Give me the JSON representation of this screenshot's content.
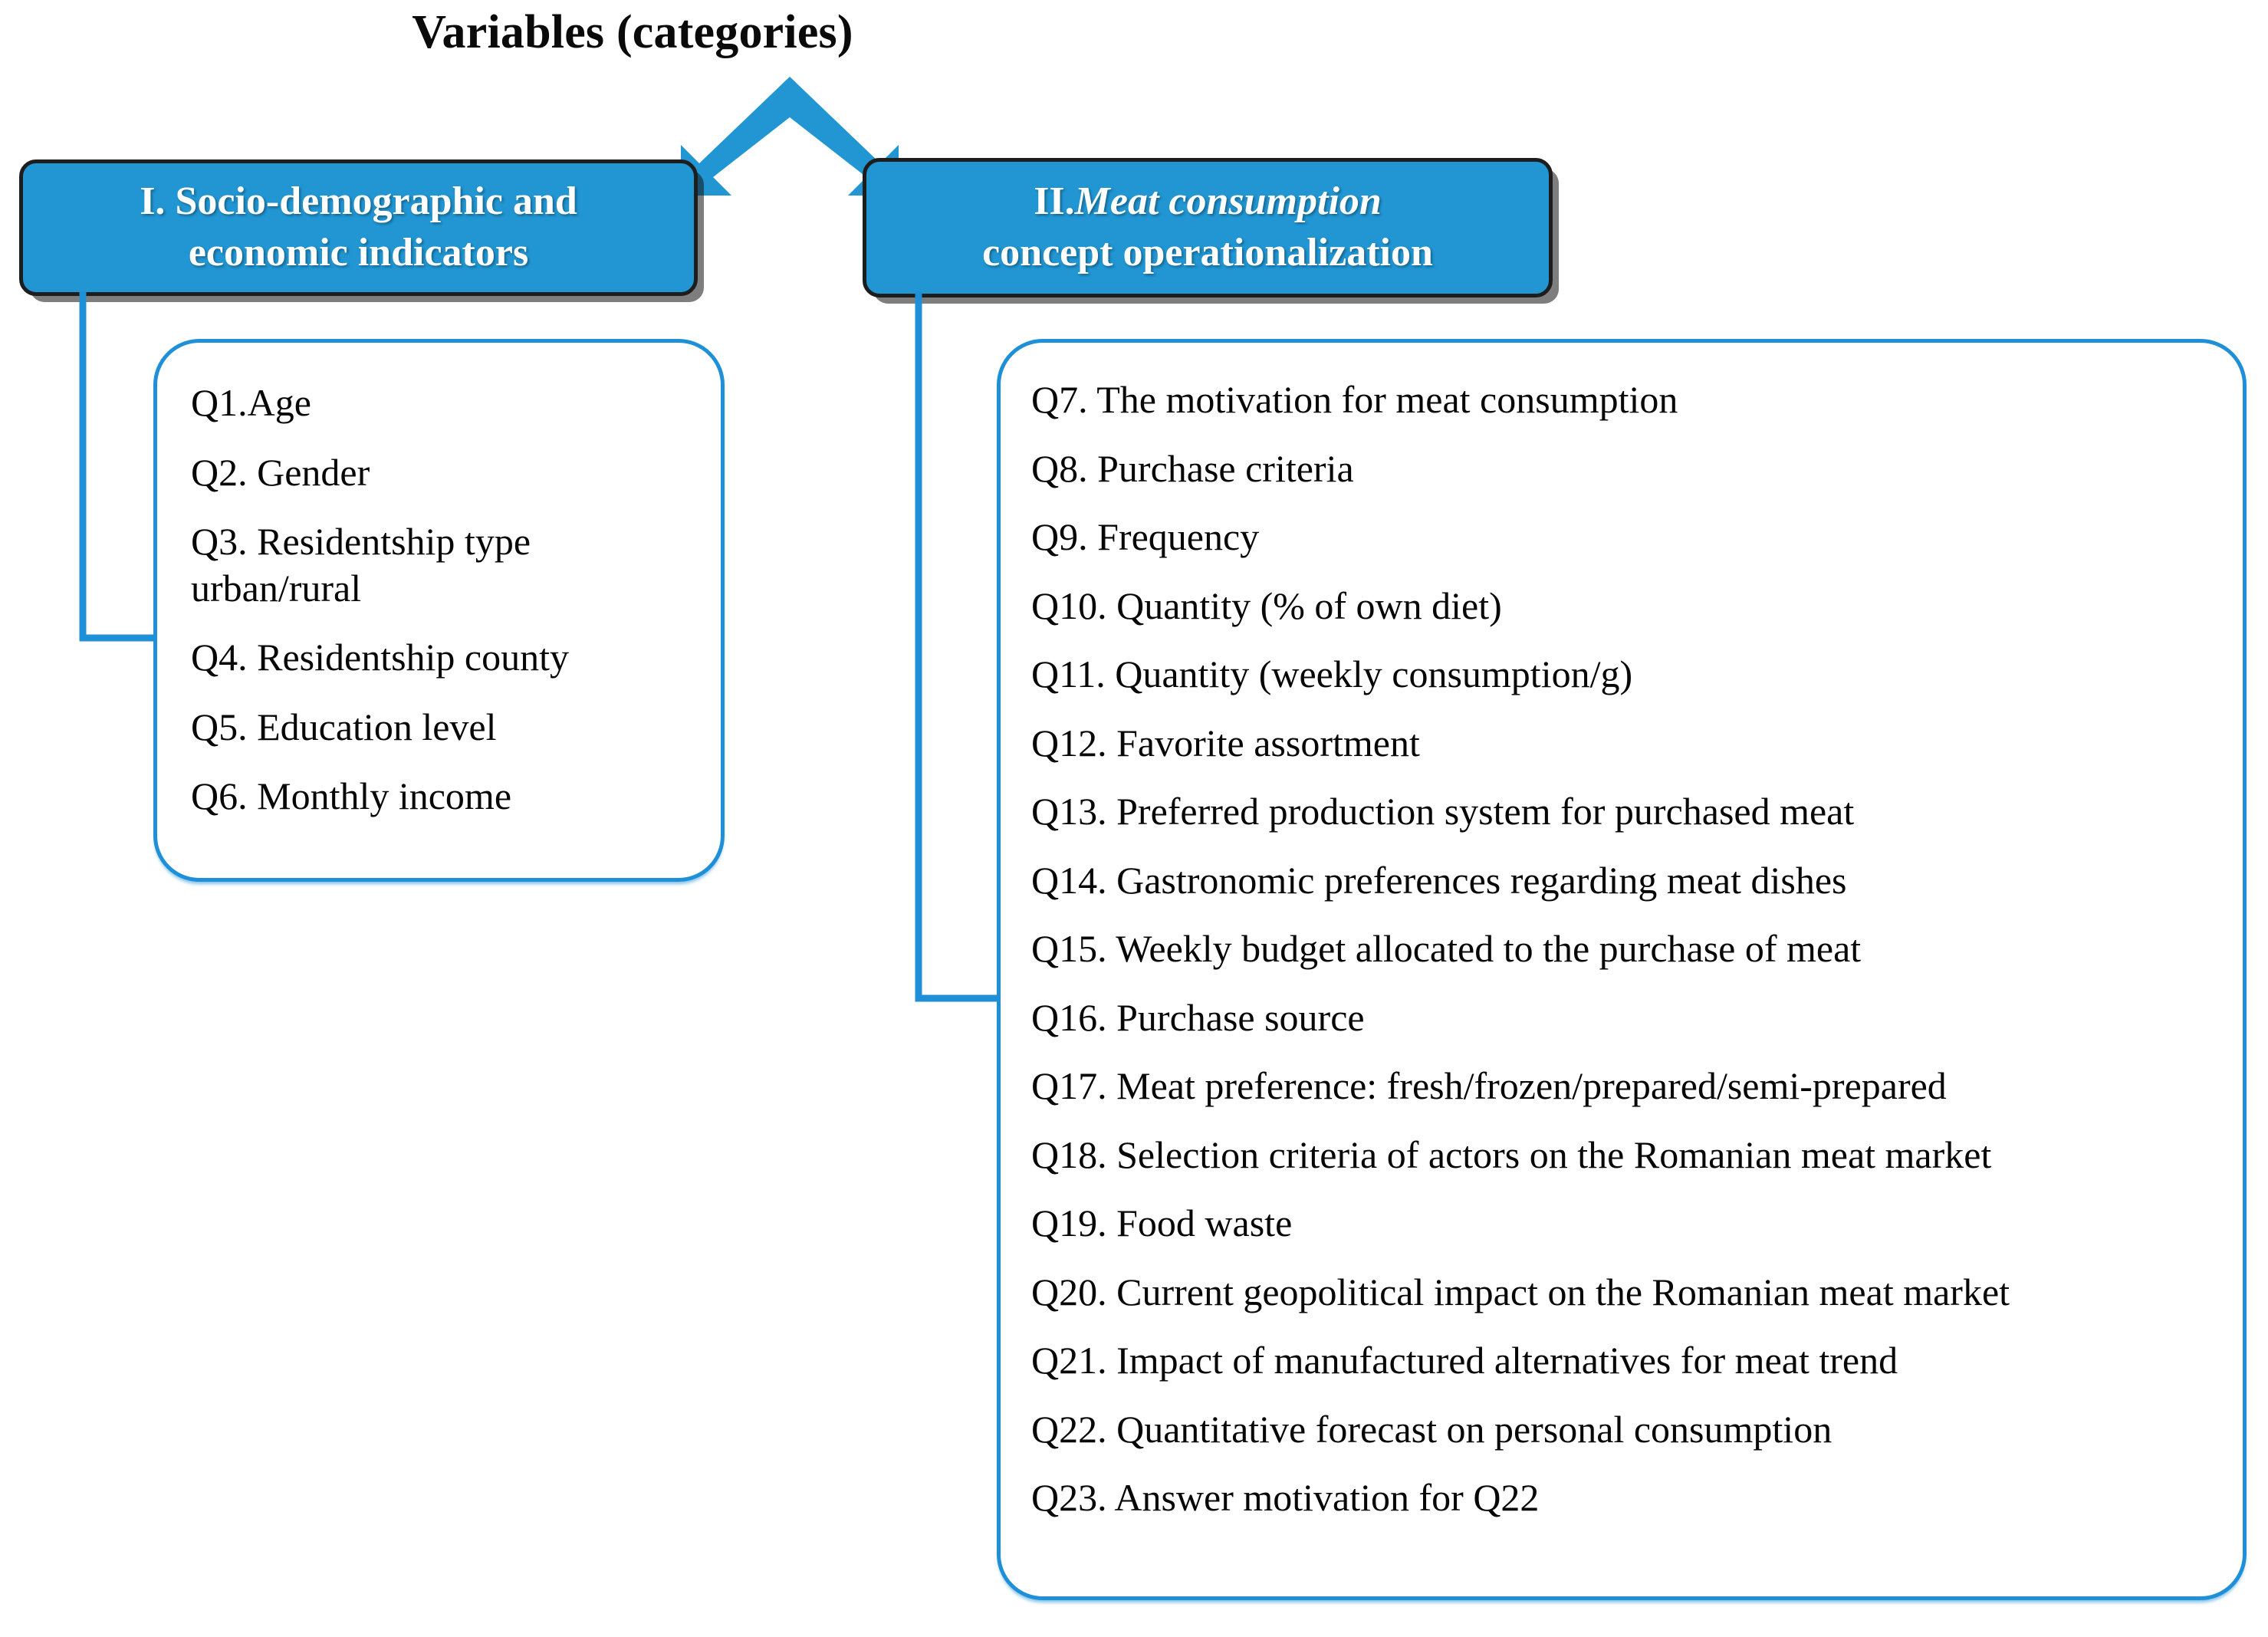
{
  "diagram": {
    "title": "Variables (categories)",
    "accent_blue": "#2196d3",
    "outline_blue": "#1f90d8",
    "box_border_dark": "#1d1d1d",
    "text_color": "#070707",
    "arrow_icon": "double-headed-chevron-arrow"
  },
  "categories": [
    {
      "id": "socio-demographic",
      "header": {
        "numeral": "I. ",
        "line1": "Socio-demographic and",
        "line2": "economic indicators",
        "full_label": "I. Socio-demographic and economic indicators"
      },
      "items": [
        "Q1.Age",
        "Q2. Gender",
        "Q3. Residentship type urban/rural",
        "Q4. Residentship county",
        "Q5. Education level",
        "Q6. Monthly income"
      ]
    },
    {
      "id": "meat-consumption",
      "header": {
        "numeral": "II.",
        "emphasis": "Meat consumption",
        "line2": "concept operationalization",
        "full_label": "II.Meat consumption concept operationalization"
      },
      "items": [
        "Q7. The motivation for meat consumption",
        "Q8. Purchase criteria",
        "Q9. Frequency",
        "Q10. Quantity (% of own diet)",
        "Q11. Quantity (weekly consumption/g)",
        "Q12. Favorite assortment",
        "Q13. Preferred production system for purchased meat",
        "Q14. Gastronomic preferences regarding meat dishes",
        "Q15. Weekly budget allocated to the purchase of meat",
        "Q16. Purchase source",
        "Q17. Meat preference: fresh/frozen/prepared/semi-prepared",
        "Q18. Selection criteria of actors on the Romanian meat market",
        "Q19. Food waste",
        "Q20. Current geopolitical impact on the Romanian meat market",
        "Q21. Impact of manufactured alternatives for meat trend",
        "Q22. Quantitative forecast on personal consumption",
        "Q23. Answer motivation for Q22"
      ]
    }
  ]
}
